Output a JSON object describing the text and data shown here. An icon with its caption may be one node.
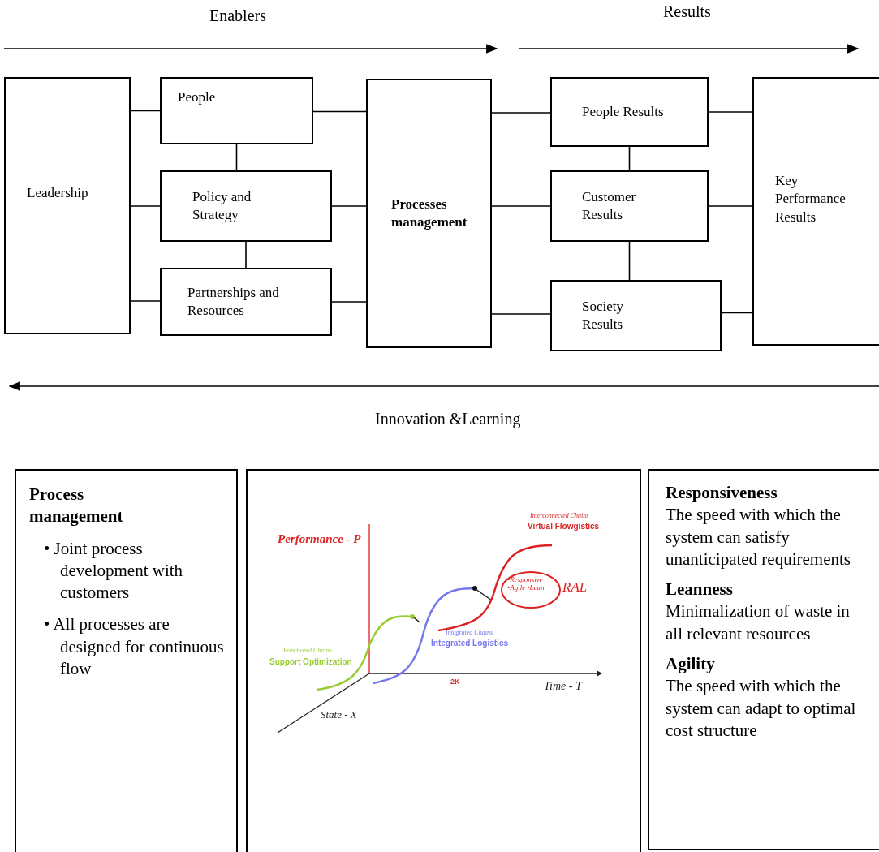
{
  "diagram": {
    "nodes": [
      {
        "text": [
          "Leadership"
        ]
      },
      {
        "text": [
          "People"
        ]
      },
      {
        "text": [
          "Policy and Strategy"
        ]
      },
      {
        "text": [
          "Partnerships and Resources"
        ]
      },
      {
        "text": [
          "Processes management"
        ]
      },
      {
        "text": [
          "People Results"
        ]
      },
      {
        "text": [
          "Customer Results"
        ]
      },
      {
        "text": [
          "Society Results"
        ]
      },
      {
        "text": [
          "Key Performance Results"
        ]
      },
      {
        "text": [
          "Process management",
          "• Joint process development with customers",
          "• All processes are designed for continuous flow"
        ]
      },
      {
        "text": [
          "Responsiveness",
          "The speed with which the system can satisfy unanticipated requirements",
          "Leanness",
          "Minimalization of waste in all relevant resources",
          "Agility",
          "The speed with which the system can adapt to optimal cost structure"
        ]
      }
    ],
    "edges": [
      {
        "from": 0,
        "to": 1,
        "arrow": "none"
      },
      {
        "from": 0,
        "to": 2,
        "arrow": "none"
      },
      {
        "from": 0,
        "to": 3,
        "arrow": "none"
      },
      {
        "from": 1,
        "to": 2,
        "arrow": "none"
      },
      {
        "from": 2,
        "to": 3,
        "arrow": "none"
      },
      {
        "from": 1,
        "to": 4,
        "arrow": "none"
      },
      {
        "from": 2,
        "to": 4,
        "arrow": "none"
      },
      {
        "from": 3,
        "to": 4,
        "arrow": "none"
      },
      {
        "from": 4,
        "to": 5,
        "arrow": "none"
      },
      {
        "from": 4,
        "to": 6,
        "arrow": "none"
      },
      {
        "from": 4,
        "to": 7,
        "arrow": "none"
      },
      {
        "from": 5,
        "to": 6,
        "arrow": "none"
      },
      {
        "from": 6,
        "to": 7,
        "arrow": "none"
      },
      {
        "from": 5,
        "to": 8,
        "arrow": "none"
      },
      {
        "from": 6,
        "to": 8,
        "arrow": "none"
      },
      {
        "from": 7,
        "to": 8,
        "arrow": "none"
      }
    ],
    "labels": [
      "Enablers",
      "Results",
      "Innovation &Learning",
      "Performance - P",
      "Interconnected Chains",
      "Virtual Flowgistics",
      "•Responsive •Agile •Lean",
      "RAL",
      "Integrated Chains",
      "Integrated Logistics",
      "Functional Chains",
      "Support Optimization",
      "2K",
      "Time - T",
      "State - X"
    ]
  }
}
